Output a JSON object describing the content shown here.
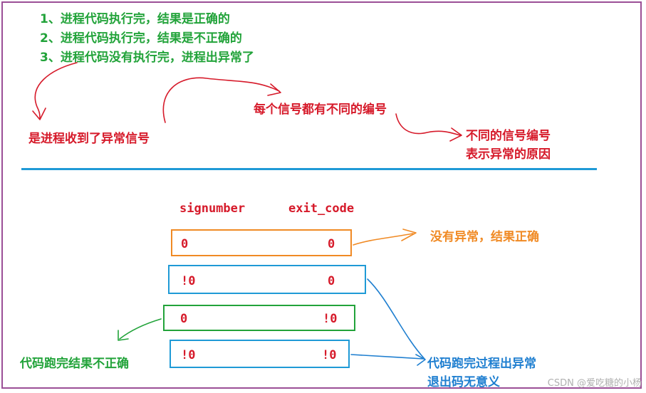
{
  "outcomes": [
    "1、进程代码执行完，结果是正确的",
    "2、进程代码执行完，结果是不正确的",
    "3、进程代码没有执行完，进程出异常了"
  ],
  "annotations": {
    "signal_received": "是进程收到了异常信号",
    "signal_numbering": "每个信号都有不同的编号",
    "different_signals_line1": "不同的信号编号",
    "different_signals_line2": "表示异常的原因"
  },
  "table": {
    "headers": {
      "signumber": "signumber",
      "exit_code": "exit_code"
    },
    "rows": [
      {
        "signumber": "0",
        "exit_code": "0",
        "color": "#f08a24"
      },
      {
        "signumber": "!0",
        "exit_code": "0",
        "color": "#1f9ad6"
      },
      {
        "signumber": "0",
        "exit_code": "!0",
        "color": "#22a33a"
      },
      {
        "signumber": "!0",
        "exit_code": "!0",
        "color": "#1f9ad6"
      }
    ]
  },
  "notes": {
    "no_exception": "没有异常，结果正确",
    "wrong_result": "代码跑完结果不正确",
    "exception_line1": "代码跑完过程出异常",
    "exception_line2": "退出码无意义"
  },
  "watermark": "CSDN @爱吃糖的小杨",
  "colors": {
    "frame": "#9b4f96",
    "divider": "#1f9ad6",
    "red": "#d61a2a",
    "green": "#22a33a",
    "orange": "#f08a24",
    "blue": "#1f7fd0"
  }
}
